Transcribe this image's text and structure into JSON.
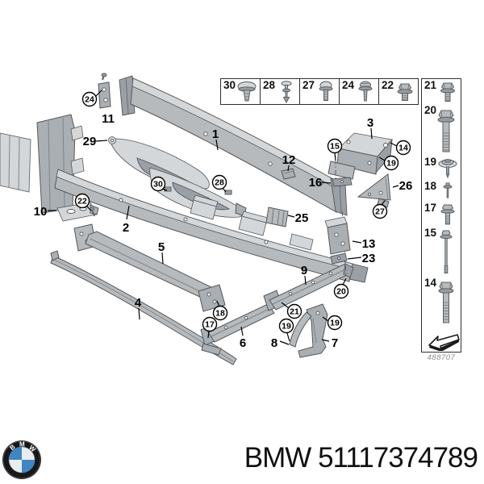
{
  "fasteners": {
    "top_row": [
      {
        "number": "30",
        "icon": "mushroom-clip-icon"
      },
      {
        "number": "28",
        "icon": "expansion-rivet-icon"
      },
      {
        "number": "27",
        "icon": "pan-head-screw-icon"
      },
      {
        "number": "24",
        "icon": "flange-head-screw-icon"
      },
      {
        "number": "22",
        "icon": "hex-flange-bolt-short-icon"
      }
    ],
    "right_column": [
      {
        "number": "21",
        "icon": "hex-flange-bolt-icon"
      },
      {
        "number": "20",
        "icon": "hex-flange-bolt-long-icon"
      },
      {
        "number": "19",
        "icon": "washer-screw-icon"
      },
      {
        "number": "18",
        "icon": "small-pin-screw-icon"
      },
      {
        "number": "17",
        "icon": "hex-bolt-washer-icon"
      },
      {
        "number": "15",
        "icon": "long-thin-bolt-icon"
      },
      {
        "number": "14",
        "icon": "hex-flange-bolt-thick-icon"
      }
    ],
    "direction_icon": "direction-arrow-icon",
    "diagram_code": "488707"
  },
  "callouts": {
    "plain": [
      {
        "label": "1"
      },
      {
        "label": "2"
      },
      {
        "label": "3"
      },
      {
        "label": "4"
      },
      {
        "label": "5"
      },
      {
        "label": "6"
      },
      {
        "label": "7"
      },
      {
        "label": "8"
      },
      {
        "label": "9"
      },
      {
        "label": "10"
      },
      {
        "label": "11"
      },
      {
        "label": "12"
      },
      {
        "label": "13"
      },
      {
        "label": "16"
      },
      {
        "label": "23"
      },
      {
        "label": "25"
      },
      {
        "label": "26"
      },
      {
        "label": "29"
      }
    ],
    "circled": [
      {
        "label": "24"
      },
      {
        "label": "22"
      },
      {
        "label": "30"
      },
      {
        "label": "28"
      },
      {
        "label": "15"
      },
      {
        "label": "14"
      },
      {
        "label": "19"
      },
      {
        "label": "27"
      },
      {
        "label": "18"
      },
      {
        "label": "17"
      },
      {
        "label": "20"
      },
      {
        "label": "21"
      },
      {
        "label": "19"
      },
      {
        "label": "19"
      }
    ]
  },
  "footer": {
    "brand": "BMW",
    "part_number": "51117374789",
    "logo_letters": {
      "b": "B",
      "m": "M",
      "w": "W"
    }
  }
}
